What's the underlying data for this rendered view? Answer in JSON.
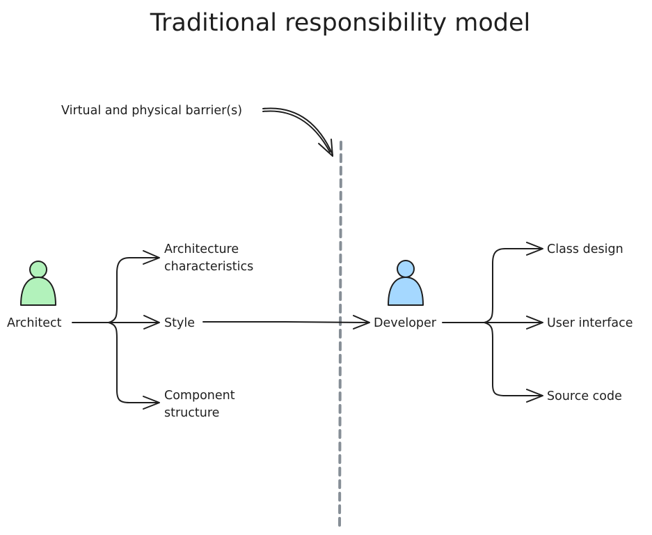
{
  "title": "Traditional responsibility model",
  "annotation": "Virtual and physical barrier(s)",
  "architect": {
    "label": "Architect",
    "color": "#b2f2bb",
    "icon": "person-icon",
    "outputs": [
      {
        "line1": "Architecture",
        "line2": "characteristics"
      },
      {
        "line1": "Style",
        "line2": ""
      },
      {
        "line1": "Component",
        "line2": "structure"
      }
    ]
  },
  "developer": {
    "label": "Developer",
    "color": "#a5d8ff",
    "icon": "person-icon",
    "outputs": [
      {
        "label": "Class design"
      },
      {
        "label": "User interface"
      },
      {
        "label": "Source code"
      }
    ]
  },
  "colors": {
    "stroke": "#1e1e1e",
    "barrier": "#868e96"
  }
}
